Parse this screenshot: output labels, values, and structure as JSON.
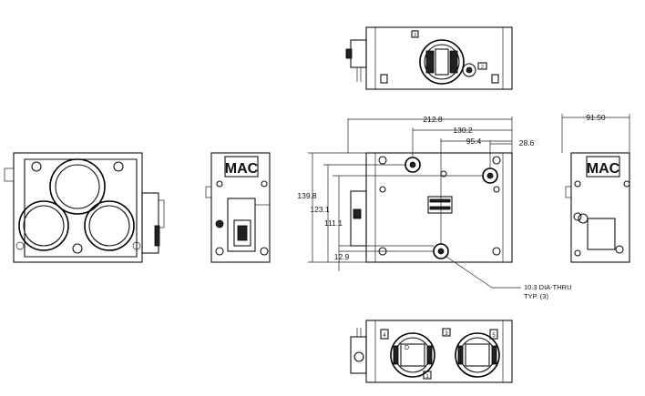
{
  "dimensions": {
    "width_total": "212.8",
    "hole_x1": "130.2",
    "hole_x2": "95.4",
    "edge_offset": "28.6",
    "side_width": "91.50",
    "height_total": "139.8",
    "hole_y1": "123.1",
    "hole_y2": "111.1",
    "bottom_offset": "12.9"
  },
  "note": {
    "line1": "10.3 DIA-THRU",
    "line2": "TYP. (3)"
  },
  "logo": {
    "text": "MAC"
  },
  "port_labels": {
    "p1": "1",
    "p2": "2",
    "p3": "3",
    "p4": "4",
    "p5": "5",
    "d": "D"
  }
}
